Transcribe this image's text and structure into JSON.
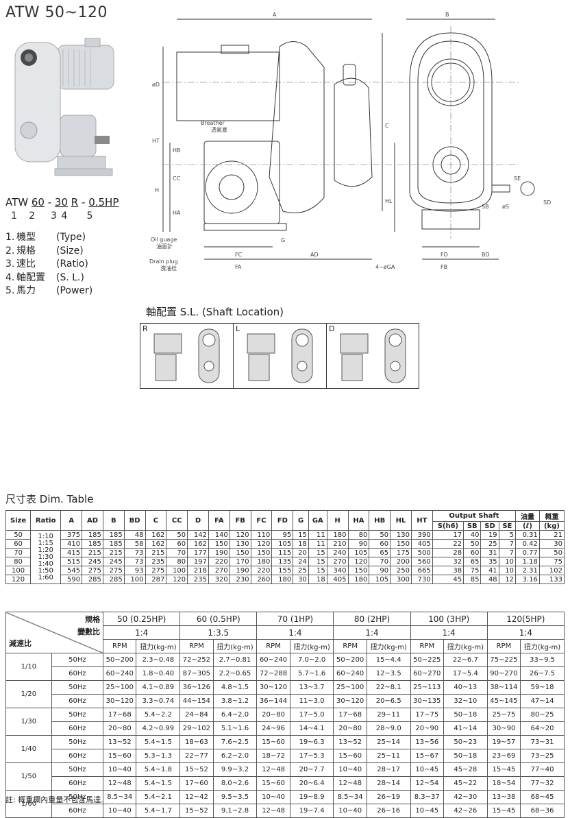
{
  "title": "ATW 50~120",
  "model": {
    "prefix": "ATW",
    "size": "60",
    "sep1": " - ",
    "ratio": "30",
    "sl": "R",
    "sep2": " - ",
    "power": "0.5HP",
    "nums": "1   2    3 4     5"
  },
  "legend": [
    {
      "n": "1.",
      "zh": "機型",
      "en": "(Type)"
    },
    {
      "n": "2.",
      "zh": "規格",
      "en": "(Size)"
    },
    {
      "n": "3.",
      "zh": "速比",
      "en": "(Ratio)"
    },
    {
      "n": "4.",
      "zh": "軸配置",
      "en": "(S. L.)"
    },
    {
      "n": "5.",
      "zh": "馬力",
      "en": "(Power)"
    }
  ],
  "drawing_labels": {
    "A": "A",
    "B": "B",
    "C": "C",
    "D": "øD",
    "HT": "HT",
    "HB": "HB",
    "H": "H",
    "CC": "CC",
    "HA": "HA",
    "HL": "HL",
    "FC": "FC",
    "FA": "FA",
    "AD": "AD",
    "FD": "FD",
    "FB": "FB",
    "BD": "BD",
    "G": "G",
    "GA": "4−øGA",
    "SE": "SE",
    "SB": "SB",
    "S": "øS",
    "SD": "SD",
    "breather": "Breather",
    "breather_zh": "透氣塞",
    "oil": "Oil guage",
    "oil_zh": "油面計",
    "drain": "Drain plug",
    "drain_zh": "洩油栓"
  },
  "sl": {
    "title": "軸配置 S.L. (Shaft Location)",
    "cells": [
      "R",
      "L",
      "D"
    ]
  },
  "dim_title": "尺寸表 Dim. Table",
  "dim_table": {
    "header_top": [
      "Size",
      "Ratio",
      "A",
      "AD",
      "B",
      "BD",
      "C",
      "CC",
      "D",
      "FA",
      "FB",
      "FC",
      "FD",
      "G",
      "GA",
      "H",
      "HA",
      "HB",
      "HL",
      "HT",
      "Output Shaft",
      "油量",
      "概重"
    ],
    "output_sub": [
      "S(h6)",
      "SB",
      "SD",
      "SE"
    ],
    "units": [
      "(ℓ)",
      "(kg)"
    ],
    "ratios": [
      "1:10",
      "1:15",
      "1:20",
      "1:30",
      "1:40",
      "1:50",
      "1:60"
    ],
    "rows": [
      [
        "50",
        "375",
        "185",
        "185",
        "48",
        "162",
        "50",
        "142",
        "140",
        "120",
        "110",
        "95",
        "15",
        "11",
        "180",
        "80",
        "50",
        "130",
        "390",
        "17",
        "40",
        "19",
        "5",
        "0.31",
        "21"
      ],
      [
        "60",
        "410",
        "185",
        "185",
        "58",
        "162",
        "60",
        "162",
        "150",
        "130",
        "120",
        "105",
        "18",
        "11",
        "210",
        "90",
        "60",
        "150",
        "405",
        "22",
        "50",
        "25",
        "7",
        "0.42",
        "30"
      ],
      [
        "70",
        "415",
        "215",
        "215",
        "73",
        "215",
        "70",
        "177",
        "190",
        "150",
        "150",
        "115",
        "20",
        "15",
        "240",
        "105",
        "65",
        "175",
        "500",
        "28",
        "60",
        "31",
        "7",
        "0.77",
        "50"
      ],
      [
        "80",
        "515",
        "245",
        "245",
        "73",
        "235",
        "80",
        "197",
        "220",
        "170",
        "180",
        "135",
        "24",
        "15",
        "270",
        "120",
        "70",
        "200",
        "560",
        "32",
        "65",
        "35",
        "10",
        "1.18",
        "75"
      ],
      [
        "100",
        "545",
        "275",
        "275",
        "93",
        "275",
        "100",
        "218",
        "270",
        "190",
        "220",
        "155",
        "25",
        "15",
        "340",
        "150",
        "90",
        "250",
        "665",
        "38",
        "75",
        "41",
        "10",
        "2.31",
        "102"
      ],
      [
        "120",
        "590",
        "285",
        "285",
        "100",
        "287",
        "120",
        "235",
        "320",
        "230",
        "260",
        "180",
        "30",
        "18",
        "405",
        "180",
        "105",
        "300",
        "730",
        "45",
        "85",
        "48",
        "12",
        "3.16",
        "133"
      ]
    ]
  },
  "perf_table": {
    "corner_spec": "規格",
    "corner_var": "變數比",
    "corner_ratio": "減速比",
    "sizes": [
      "50 (0.25HP)",
      "60 (0.5HP)",
      "70 (1HP)",
      "80 (2HP)",
      "100 (3HP)",
      "120(5HP)"
    ],
    "var_ratios": [
      "1:4",
      "1:3.5",
      "1:4",
      "1:4",
      "1:4",
      "1:4"
    ],
    "col_rpm": "RPM",
    "col_torque": "扭力(kg-m)",
    "hz": [
      "50Hz",
      "60Hz"
    ],
    "groups": [
      {
        "ratio": "1/10",
        "rows": [
          [
            "50~200",
            "2.3~0.48",
            "72~252",
            "2.7~0.81",
            "60~240",
            "7.0~2.0",
            "50~200",
            "15~4.4",
            "50~225",
            "22~6.7",
            "75~225",
            "33~9.5"
          ],
          [
            "60~240",
            "1.8~0.40",
            "87~305",
            "2.2~0.65",
            "72~288",
            "5.7~1.6",
            "60~240",
            "12~3.5",
            "60~270",
            "17~5.4",
            "90~270",
            "26~7.5"
          ]
        ]
      },
      {
        "ratio": "1/20",
        "rows": [
          [
            "25~100",
            "4.1~0.89",
            "36~126",
            "4.8~1.5",
            "30~120",
            "13~3.7",
            "25~100",
            "22~8.1",
            "25~113",
            "40~13",
            "38~114",
            "59~18"
          ],
          [
            "30~120",
            "3.3~0.74",
            "44~154",
            "3.8~1.2",
            "36~144",
            "11~3.0",
            "30~120",
            "20~6.5",
            "30~135",
            "32~10",
            "45~145",
            "47~14"
          ]
        ]
      },
      {
        "ratio": "1/30",
        "rows": [
          [
            "17~68",
            "5.4~2.2",
            "24~84",
            "6.4~2.0",
            "20~80",
            "17~5.0",
            "17~68",
            "29~11",
            "17~75",
            "50~18",
            "25~75",
            "80~25"
          ],
          [
            "20~80",
            "4.2~0.99",
            "29~102",
            "5.1~1.6",
            "24~96",
            "14~4.1",
            "20~80",
            "28~9.0",
            "20~90",
            "41~14",
            "30~90",
            "64~20"
          ]
        ]
      },
      {
        "ratio": "1/40",
        "rows": [
          [
            "13~52",
            "5.4~1.5",
            "18~63",
            "7.6~2.5",
            "15~60",
            "19~6.3",
            "13~52",
            "25~14",
            "13~56",
            "50~23",
            "19~57",
            "73~31"
          ],
          [
            "15~60",
            "5.3~1.3",
            "22~77",
            "6.2~2.0",
            "18~72",
            "17~5.3",
            "15~60",
            "25~11",
            "15~67",
            "50~18",
            "23~69",
            "73~25"
          ]
        ]
      },
      {
        "ratio": "1/50",
        "rows": [
          [
            "10~40",
            "5.4~1.8",
            "15~52",
            "9.9~3.2",
            "12~48",
            "20~7.7",
            "10~40",
            "28~17",
            "10~45",
            "45~28",
            "15~45",
            "77~40"
          ],
          [
            "12~48",
            "5.4~1.5",
            "17~60",
            "8.0~2.6",
            "15~60",
            "20~6.4",
            "12~48",
            "28~14",
            "12~54",
            "45~22",
            "18~54",
            "77~32"
          ]
        ]
      },
      {
        "ratio": "1/60",
        "rows": [
          [
            "8.5~34",
            "5.4~2.1",
            "12~42",
            "9.5~3.5",
            "10~40",
            "19~8.9",
            "8.5~34",
            "26~19",
            "8.3~37",
            "42~30",
            "13~38",
            "68~45"
          ],
          [
            "10~40",
            "5.4~1.7",
            "15~52",
            "9.1~2.8",
            "12~48",
            "19~7.4",
            "10~40",
            "26~16",
            "10~45",
            "42~26",
            "15~45",
            "68~36"
          ]
        ]
      }
    ]
  },
  "note": "註: 概重欄內重量不包含馬達."
}
